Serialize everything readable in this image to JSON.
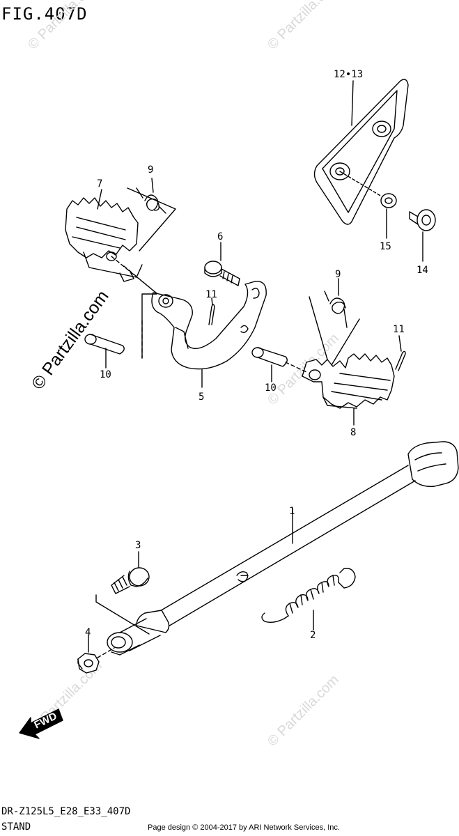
{
  "figure": {
    "title": "FIG.407D",
    "code": "DR-Z125L5_E28_E33_407D",
    "name": "STAND"
  },
  "copyright": "Page design © 2004-2017 by ARI Network Services, Inc.",
  "watermark": {
    "main": "© Partzilla.com",
    "repeat": "© Partzilla.com"
  },
  "direction_label": "FWD",
  "callouts": {
    "c1": "1",
    "c2": "2",
    "c3": "3",
    "c4": "4",
    "c5": "5",
    "c6": "6",
    "c7": "7",
    "c8": "8",
    "c9a": "9",
    "c9b": "9",
    "c10a": "10",
    "c10b": "10",
    "c11a": "11",
    "c11b": "11",
    "c1213": "12•13",
    "c14": "14",
    "c15": "15"
  }
}
